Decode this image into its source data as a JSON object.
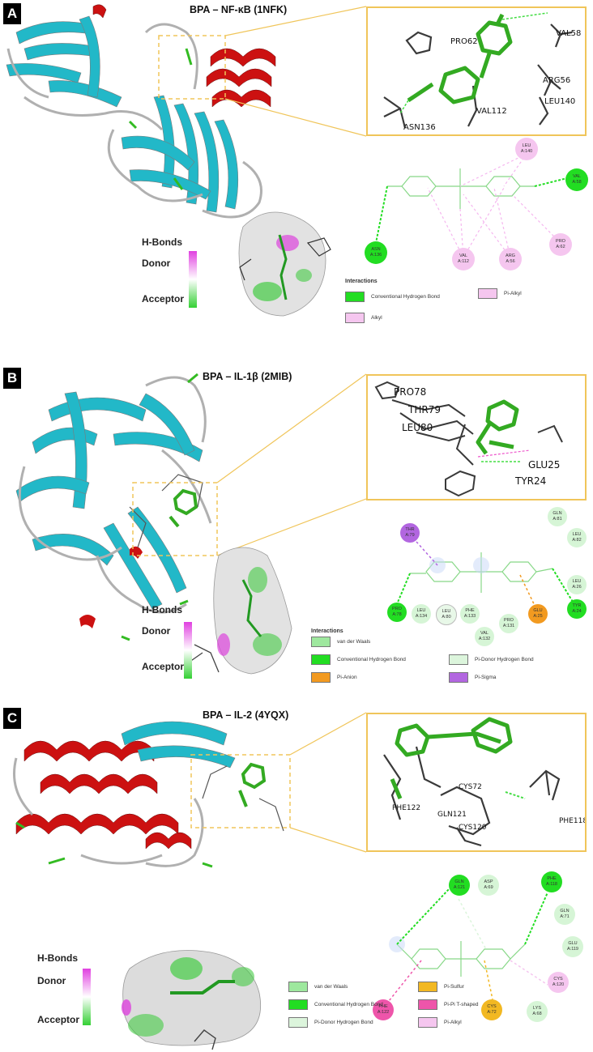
{
  "panels": {
    "a": {
      "label": "A",
      "title": "BPA – NF-κB  (1NFK)",
      "zoom_labels": [
        "PRO62",
        "VAL58",
        "ARG56",
        "LEU140",
        "VAL112",
        "ASN136"
      ],
      "hbonds": {
        "title": "H-Bonds",
        "donor": "Donor",
        "acceptor": "Acceptor"
      },
      "residues": [
        {
          "name": "LEU",
          "id": "A:140"
        },
        {
          "name": "VAL",
          "id": "A:58"
        },
        {
          "name": "ASN",
          "id": "A:136"
        },
        {
          "name": "VAL",
          "id": "A:112"
        },
        {
          "name": "ARG",
          "id": "A:56"
        },
        {
          "name": "PRO",
          "id": "A:62"
        }
      ],
      "legend": {
        "title": "Interactions",
        "items": [
          "Conventional Hydrogen Bond",
          "Pi-Alkyl",
          "Alkyl"
        ]
      }
    },
    "b": {
      "label": "B",
      "title": "BPA – IL-1β (2MIB)",
      "zoom_labels": [
        "PRO78",
        "THR79",
        "LEU80",
        "GLU25",
        "TYR24"
      ],
      "hbonds": {
        "title": "H-Bonds",
        "donor": "Donor",
        "acceptor": "Acceptor"
      },
      "residues": [
        {
          "name": "GLN",
          "id": "A:81"
        },
        {
          "name": "THR",
          "id": "A:79"
        },
        {
          "name": "LEU",
          "id": "A:82"
        },
        {
          "name": "LEU",
          "id": "A:26"
        },
        {
          "name": "PRO",
          "id": "A:78"
        },
        {
          "name": "LEU",
          "id": "A:134"
        },
        {
          "name": "LEU",
          "id": "A:80"
        },
        {
          "name": "PHE",
          "id": "A:133"
        },
        {
          "name": "VAL",
          "id": "A:132"
        },
        {
          "name": "PRO",
          "id": "A:131"
        },
        {
          "name": "GLU",
          "id": "A:25"
        },
        {
          "name": "TYR",
          "id": "A:24"
        }
      ],
      "legend": {
        "title": "Interactions",
        "items": [
          "van der Waals",
          "Conventional Hydrogen Bond",
          "Pi-Donor Hydrogen Bond",
          "Pi-Anion",
          "Pi-Sigma"
        ]
      }
    },
    "c": {
      "label": "C",
      "title": "BPA – IL-2 (4YQX)",
      "zoom_labels": [
        "CYS72",
        "PHE122",
        "GLN121",
        "CYS120",
        "PHE118"
      ],
      "hbonds": {
        "title": "H-Bonds",
        "donor": "Donor",
        "acceptor": "Acceptor"
      },
      "residues": [
        {
          "name": "GLN",
          "id": "A:121"
        },
        {
          "name": "ASP",
          "id": "A:69"
        },
        {
          "name": "PHE",
          "id": "A:118"
        },
        {
          "name": "GLN",
          "id": "A:71"
        },
        {
          "name": "GLU",
          "id": "A:119"
        },
        {
          "name": "CYS",
          "id": "A:120"
        },
        {
          "name": "PHE",
          "id": "A:122"
        },
        {
          "name": "CYS",
          "id": "A:72"
        },
        {
          "name": "LYS",
          "id": "A:68"
        }
      ],
      "legend": {
        "title": "Interactions",
        "items": [
          "van der Waals",
          "Pi-Sulfur",
          "Conventional Hydrogen Bond",
          "Pi-Pi T-shaped",
          "Pi-Donor Hydrogen Bond",
          "Pi-Alkyl"
        ]
      }
    }
  },
  "colors": {
    "helix": "#cc1111",
    "sheet": "#22b8c8",
    "coil": "#b0b0b0",
    "ligand": "#33aa22",
    "zoom_border": "#f0c55a",
    "vdw": "#9ee89e",
    "conv_hbond": "#22dd22",
    "pi_donor": "#dcf5dc",
    "pi_anion": "#f29a20",
    "pi_sigma": "#b266e0",
    "pi_alkyl": "#f5c6ef",
    "pi_sulfur": "#f2b822",
    "pi_pi_t": "#ee55aa"
  }
}
